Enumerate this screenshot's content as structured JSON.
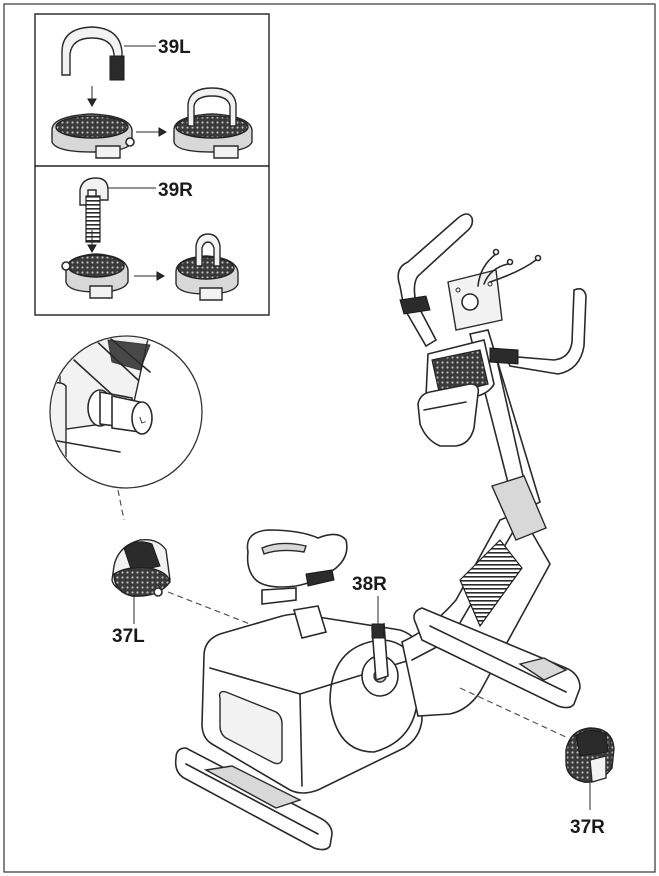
{
  "labels": {
    "strap_left": "39L",
    "strap_right": "39R",
    "pedal_left": "37L",
    "pedal_right": "37R",
    "crank_right": "38R",
    "axle_mark": "L"
  },
  "colors": {
    "line": "#2a2a2a",
    "fill_dark": "#2b2b2b",
    "fill_mid": "#d8d8d8",
    "background": "#ffffff"
  }
}
